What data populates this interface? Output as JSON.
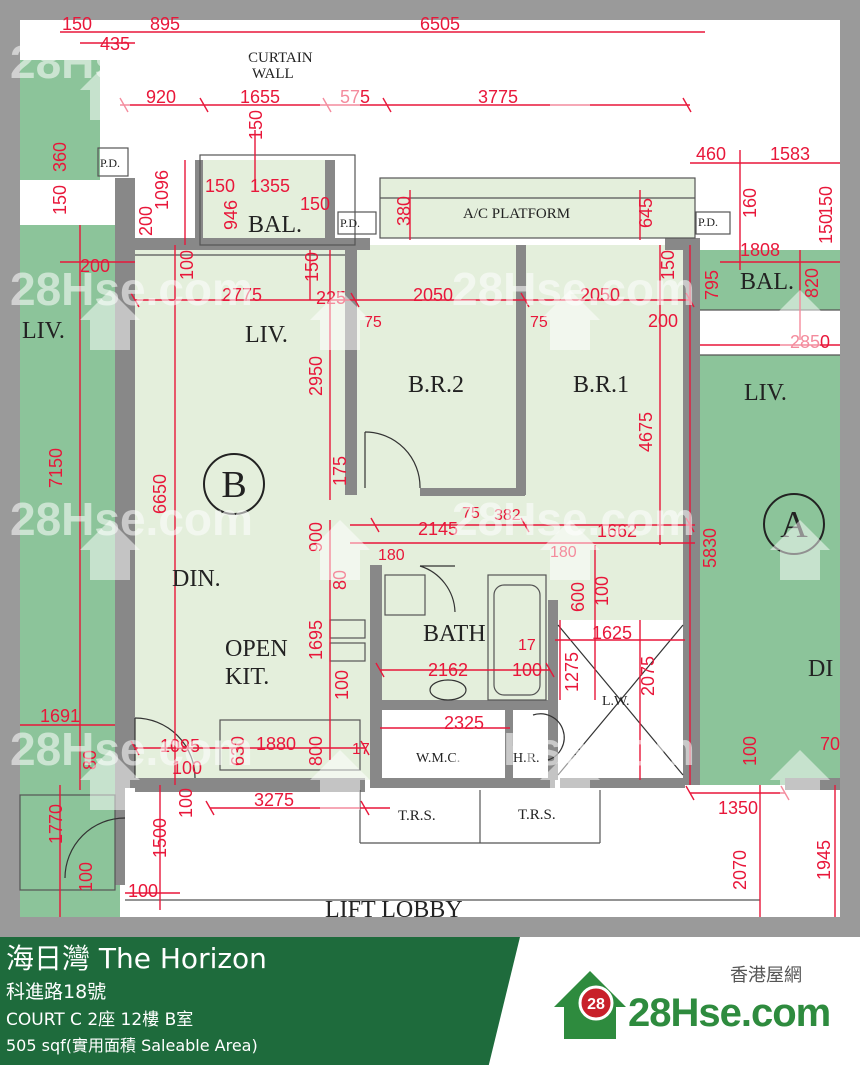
{
  "rooms": {
    "bal_left": "BAL.",
    "ac_platform": "A/C PLATFORM",
    "pd_1": "P.D.",
    "pd_2": "P.D.",
    "pd_3": "P.D.",
    "liv_main": "LIV.",
    "liv_left": "LIV.",
    "br2": "B.R.2",
    "br1": "B.R.1",
    "bal_right": "BAL.",
    "liv_right": "LIV.",
    "din": "DIN.",
    "open_kit_1": "OPEN",
    "open_kit_2": "KIT.",
    "bath": "BATH",
    "lw": "L.W.",
    "wmc": "W.M.C.",
    "hr": "H.R.",
    "trs_1": "T.R.S.",
    "trs_2": "T.R.S.",
    "lift_lobby": "LIFT LOBBY",
    "din_right": "DI",
    "curtain_1": "CURTAIN",
    "curtain_2": "WALL",
    "unit_b": "B",
    "unit_a": "A"
  },
  "dimensions": {
    "d_150_top": "150",
    "d_895": "895",
    "d_6505": "6505",
    "d_435": "435",
    "d_920": "920",
    "d_1655": "1655",
    "d_575": "575",
    "d_3775": "3775",
    "d_150_bal": "150",
    "d_360": "360",
    "d_1096": "1096",
    "d_150_a": "150",
    "d_1355": "1355",
    "d_150_b": "150",
    "d_946": "946",
    "d_200_a": "200",
    "d_100_a": "100",
    "d_380": "380",
    "d_645": "645",
    "d_460": "460",
    "d_1583": "1583",
    "d_160": "160",
    "d_150_c": "150",
    "d_1808": "1808",
    "d_150_left": "150",
    "d_200_b": "200",
    "d_150_d": "150",
    "d_150_e": "150",
    "d_795": "795",
    "d_820": "820",
    "d_2775": "2775",
    "d_225": "225",
    "d_2050_a": "2050",
    "d_2050_b": "2050",
    "d_75_a": "75",
    "d_75_b": "75",
    "d_200_c": "200",
    "d_150_f": "150",
    "d_2850": "2850",
    "d_2950": "2950",
    "d_4675": "4675",
    "d_7150": "7150",
    "d_6650": "6650",
    "d_175": "175",
    "d_75_c": "75",
    "d_382": "382",
    "d_2145": "2145",
    "d_1662": "1662",
    "d_900": "900",
    "d_180_a": "180",
    "d_180_b": "180",
    "d_5830": "5830",
    "d_80": "80",
    "d_600": "600",
    "d_100_b": "100",
    "d_17_a": "17",
    "d_1625": "1625",
    "d_1695": "1695",
    "d_2162": "2162",
    "d_100_c": "100",
    "d_1275": "1275",
    "d_2075": "2075",
    "d_100_d": "100",
    "d_1691": "1691",
    "d_2325": "2325",
    "d_1095": "1095",
    "d_630": "630",
    "d_1880": "1880",
    "d_800": "800",
    "d_17_b": "17",
    "d_100_e": "100",
    "d_100_f": "100",
    "d_70": "70",
    "d_80_b": "80",
    "d_100_g": "100",
    "d_3275": "3275",
    "d_1350": "1350",
    "d_1770": "1770",
    "d_1500": "1500",
    "d_2070": "2070",
    "d_1945": "1945",
    "d_100_h": "100",
    "d_100_i": "100"
  },
  "watermark": {
    "site": "28Hse.com",
    "badge": "28"
  },
  "footer": {
    "title": "海日灣 The Horizon",
    "address": "科進路18號",
    "unit": "COURT C 2座 12樓 B室",
    "area": "505 sqf(實用面積 Saleable Area)",
    "brand_tag": "香港屋網",
    "brand_name": "28Hse.com",
    "brand_badge": "28"
  },
  "colors": {
    "room_fill": "#e4efdc",
    "neighbor_fill": "#8cc49a",
    "dimension": "#e8173a",
    "footer_green": "#1e6b3c",
    "brand_green": "#2e8b3e",
    "brand_red": "#c8202a"
  }
}
